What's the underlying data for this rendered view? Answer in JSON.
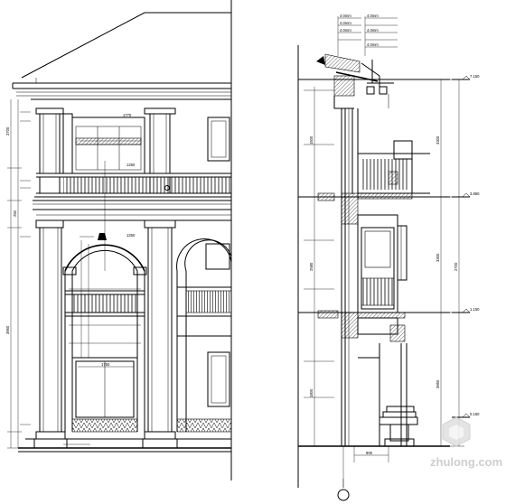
{
  "left_elevation": {
    "dims_top": {
      "width_label": "1770",
      "balcony_label": "1250"
    },
    "dims_vertical": [
      "3700",
      "3950",
      "250"
    ],
    "dims_bottom": "1750",
    "arch_label": "1250"
  },
  "section": {
    "level_marks": [
      "7.150",
      "3.850",
      "1.150",
      "0.150"
    ],
    "dims_right": [
      "3300",
      "2700",
      "3300",
      "3950"
    ],
    "dims_inner": [
      "1500",
      "2580",
      "1800"
    ],
    "dim_bottom": "900",
    "callouts": [
      "4.0mm",
      "4.0mm",
      "4.0mm",
      "4.0mm",
      "4.0mm",
      "4.0mm"
    ]
  },
  "watermark": {
    "site": "zhulong.com"
  },
  "icons": {
    "axis_marker": "axis-circle-icon"
  }
}
